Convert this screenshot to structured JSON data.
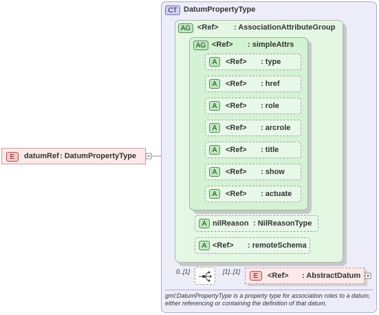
{
  "complex_type": {
    "badge": "CT",
    "name": "DatumPropertyType"
  },
  "outer_group": {
    "badge": "AG",
    "ref": "<Ref>",
    "name": ": AssociationAttributeGroup"
  },
  "inner_group": {
    "badge": "AG",
    "ref": "<Ref>",
    "name": ": simpleAttrs"
  },
  "simple_attrs": [
    {
      "badge": "A",
      "ref": "<Ref>",
      "name": ": type"
    },
    {
      "badge": "A",
      "ref": "<Ref>",
      "name": ": href"
    },
    {
      "badge": "A",
      "ref": "<Ref>",
      "name": ": role"
    },
    {
      "badge": "A",
      "ref": "<Ref>",
      "name": ": arcrole"
    },
    {
      "badge": "A",
      "ref": "<Ref>",
      "name": ": title"
    },
    {
      "badge": "A",
      "ref": "<Ref>",
      "name": ": show"
    },
    {
      "badge": "A",
      "ref": "<Ref>",
      "name": ": actuate"
    }
  ],
  "nil_reason": {
    "badge": "A",
    "name": "nilReason",
    "type": ": NilReasonType"
  },
  "remote_schema": {
    "badge": "A",
    "ref": "<Ref>",
    "name": ": remoteSchema"
  },
  "root_element": {
    "badge": "E",
    "name": "datumRef",
    "type": ": DatumPropertyType"
  },
  "choice": {
    "cardinality": "0..[1]"
  },
  "abstract_datum": {
    "badge": "E",
    "ref": "<Ref>",
    "name": ": AbstractDatum",
    "cardinality": "[1]..[1]"
  },
  "documentation": "gml:DatumPropertyType is a property type for association roles to a datum, either referencing or containing the definition of that datum."
}
